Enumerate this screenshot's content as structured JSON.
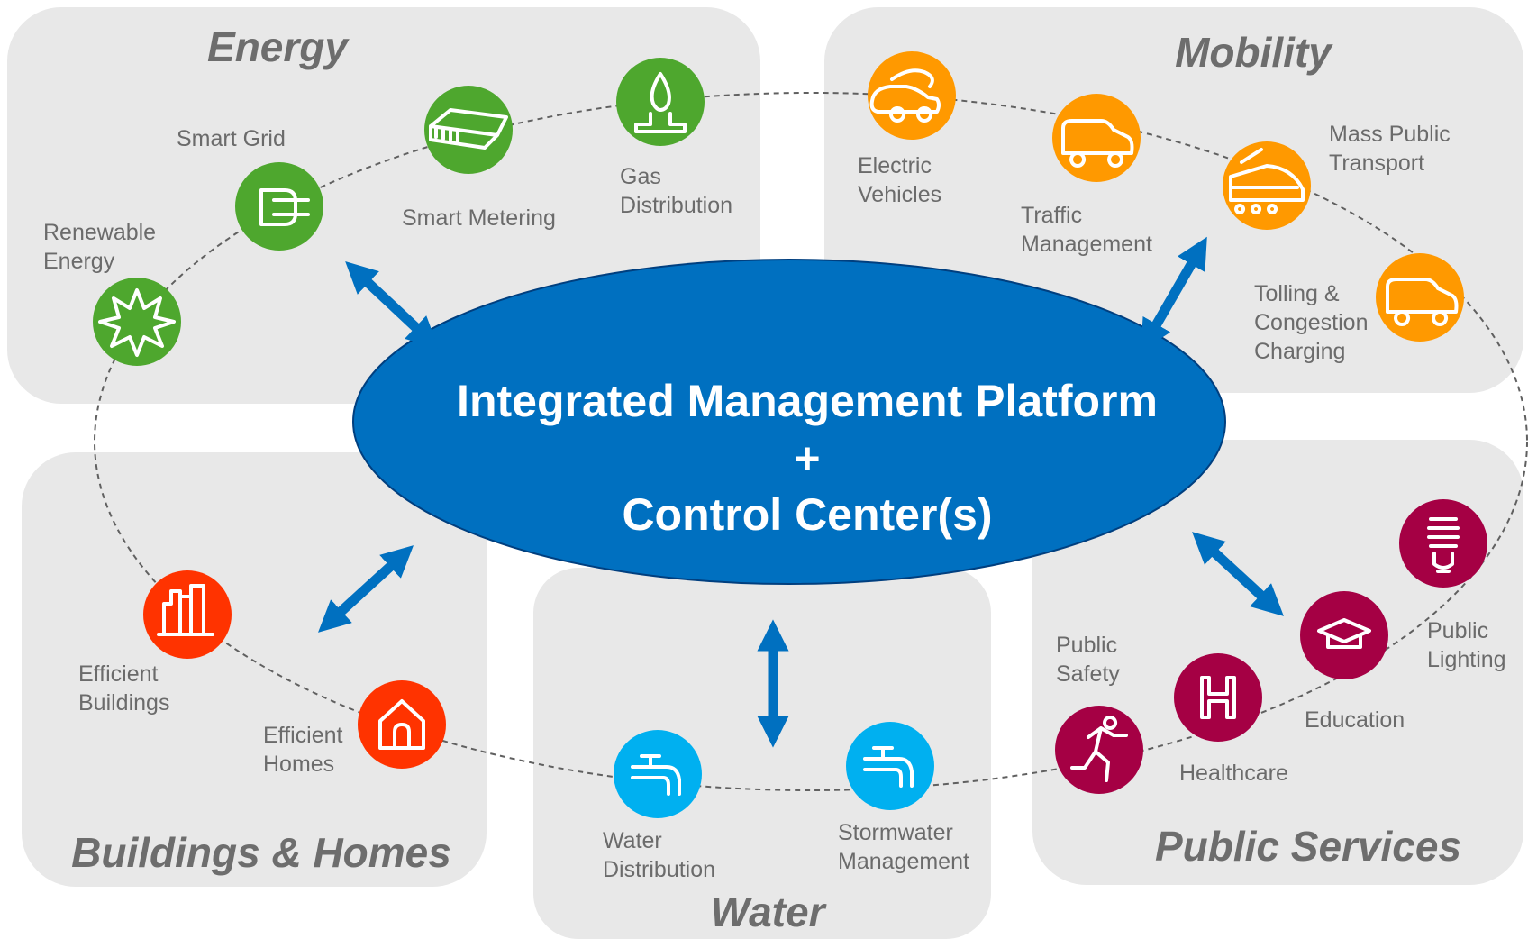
{
  "center": {
    "line1": "Integrated Management Platform",
    "line2": "+",
    "line3": "Control Center(s)",
    "color": "#0070c0"
  },
  "sections": {
    "energy": "Energy",
    "mobility": "Mobility",
    "buildings": "Buildings & Homes",
    "water": "Water",
    "public_services": "Public Services"
  },
  "colors": {
    "energy": "#4ea72e",
    "mobility": "#ff9900",
    "buildings": "#ff3300",
    "water": "#00b0f0",
    "public_services": "#a50044",
    "panel": "#e8e8e8",
    "arrow": "#0070c0"
  },
  "nodes": {
    "renewable_energy": {
      "line1": "Renewable",
      "line2": "Energy",
      "icon": "starburst-icon"
    },
    "smart_grid": {
      "line1": "Smart Grid",
      "icon": "plug-icon"
    },
    "smart_metering": {
      "line1": "Smart Metering",
      "icon": "meter-icon"
    },
    "gas_distribution": {
      "line1": "Gas",
      "line2": "Distribution",
      "icon": "gas-flame-icon"
    },
    "electric_vehicles": {
      "line1": "Electric",
      "line2": "Vehicles",
      "icon": "electric-car-icon"
    },
    "traffic_management": {
      "line1": "Traffic",
      "line2": "Management",
      "icon": "car-icon"
    },
    "mass_public_transport": {
      "line1": "Mass Public",
      "line2": "Transport",
      "icon": "train-icon"
    },
    "tolling": {
      "line1": "Tolling &",
      "line2": "Congestion",
      "line3": "Charging",
      "icon": "car-icon"
    },
    "public_lighting": {
      "line1": "Public",
      "line2": "Lighting",
      "icon": "light-bulb-icon"
    },
    "education": {
      "line1": "Education",
      "icon": "graduation-cap-icon"
    },
    "healthcare": {
      "line1": "Healthcare",
      "icon": "hospital-icon"
    },
    "public_safety": {
      "line1": "Public",
      "line2": "Safety",
      "icon": "running-person-icon"
    },
    "stormwater_management": {
      "line1": "Stormwater",
      "line2": "Management",
      "icon": "faucet-icon"
    },
    "water_distribution": {
      "line1": "Water",
      "line2": "Distribution",
      "icon": "faucet-icon"
    },
    "efficient_homes": {
      "line1": "Efficient",
      "line2": "Homes",
      "icon": "house-icon"
    },
    "efficient_buildings": {
      "line1": "Efficient",
      "line2": "Buildings",
      "icon": "buildings-icon"
    }
  }
}
